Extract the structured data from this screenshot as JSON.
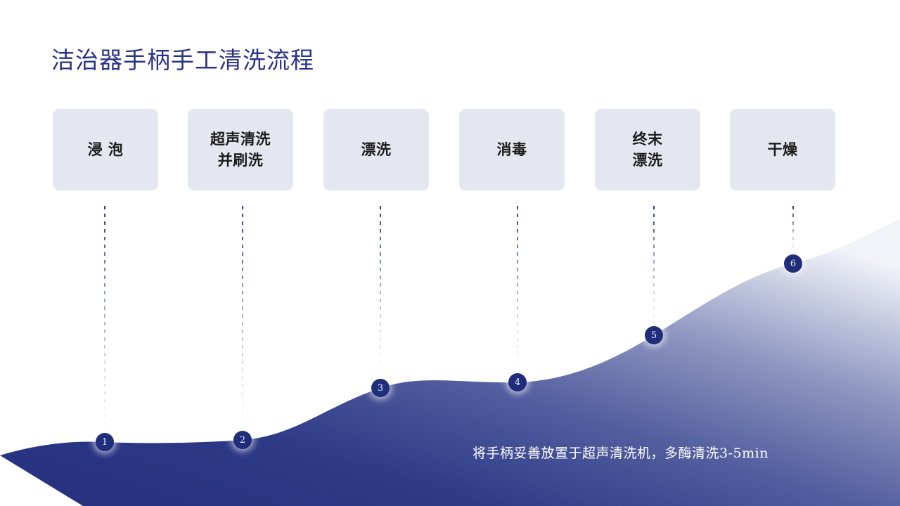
{
  "slide": {
    "title": "洁治器手柄手工清洗流程",
    "title_color": "#2a3287",
    "background_color": "#ffffff"
  },
  "steps": [
    {
      "id": 1,
      "label": "浸  泡",
      "number": "1"
    },
    {
      "id": 2,
      "label": "超声清洗\n并刷洗",
      "number": "2"
    },
    {
      "id": 3,
      "label": "漂洗",
      "number": "3"
    },
    {
      "id": 4,
      "label": "消毒",
      "number": "4"
    },
    {
      "id": 5,
      "label": "终末\n漂洗",
      "number": "5"
    },
    {
      "id": 6,
      "label": "干燥",
      "number": "6"
    }
  ],
  "caption": {
    "text": "将手柄妥善放置于超声清洗机，多酶清洗3-5min",
    "color": "#ffffff"
  },
  "theme": {
    "box_fill": "#e4e7f0",
    "box_text": "#1b1b1b",
    "marker_fill": "#1f2d7a",
    "marker_text": "#e9ebf6",
    "wave_dark": "#26307f",
    "wave_light": "#eceef6",
    "connector_color": "#2f3a8c"
  }
}
